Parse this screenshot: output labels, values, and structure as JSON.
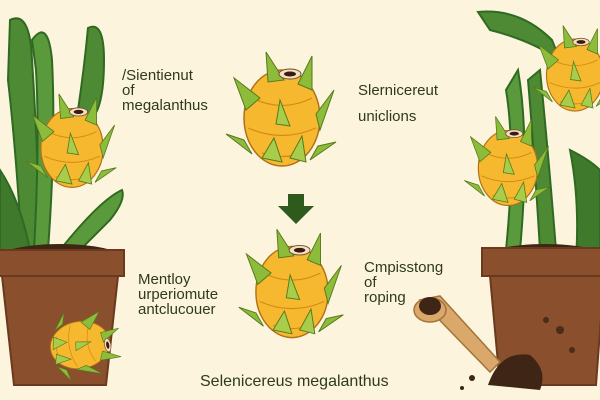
{
  "labels": {
    "top_left": {
      "lines": [
        "/Sientienut",
        "of",
        "megalanthus"
      ]
    },
    "top_right": {
      "lines": [
        "Slernicereut",
        "uniclions"
      ]
    },
    "bottom_left": {
      "lines": [
        "Mentloy",
        "urperiomute",
        "antclucouer"
      ]
    },
    "bottom_right": {
      "lines": [
        "Cmpisstong",
        "of",
        "roping"
      ]
    },
    "caption": "Selenicereus megalanthus"
  },
  "colors": {
    "background": "#fcf4dc",
    "text": "#2e3a1e",
    "cactus": "#4e8a34",
    "cactus_dark": "#2f6a22",
    "fruit": "#f5b82e",
    "fruit_dark": "#e39a1c",
    "bract": "#8dbb3a",
    "pot": "#8a4f2c",
    "pot_dark": "#6b3a1e",
    "soil": "#3e2516",
    "arrow": "#2f5a1e",
    "scoop": "#d9a86a"
  },
  "icons": {
    "arrow": "down-arrow-icon"
  }
}
